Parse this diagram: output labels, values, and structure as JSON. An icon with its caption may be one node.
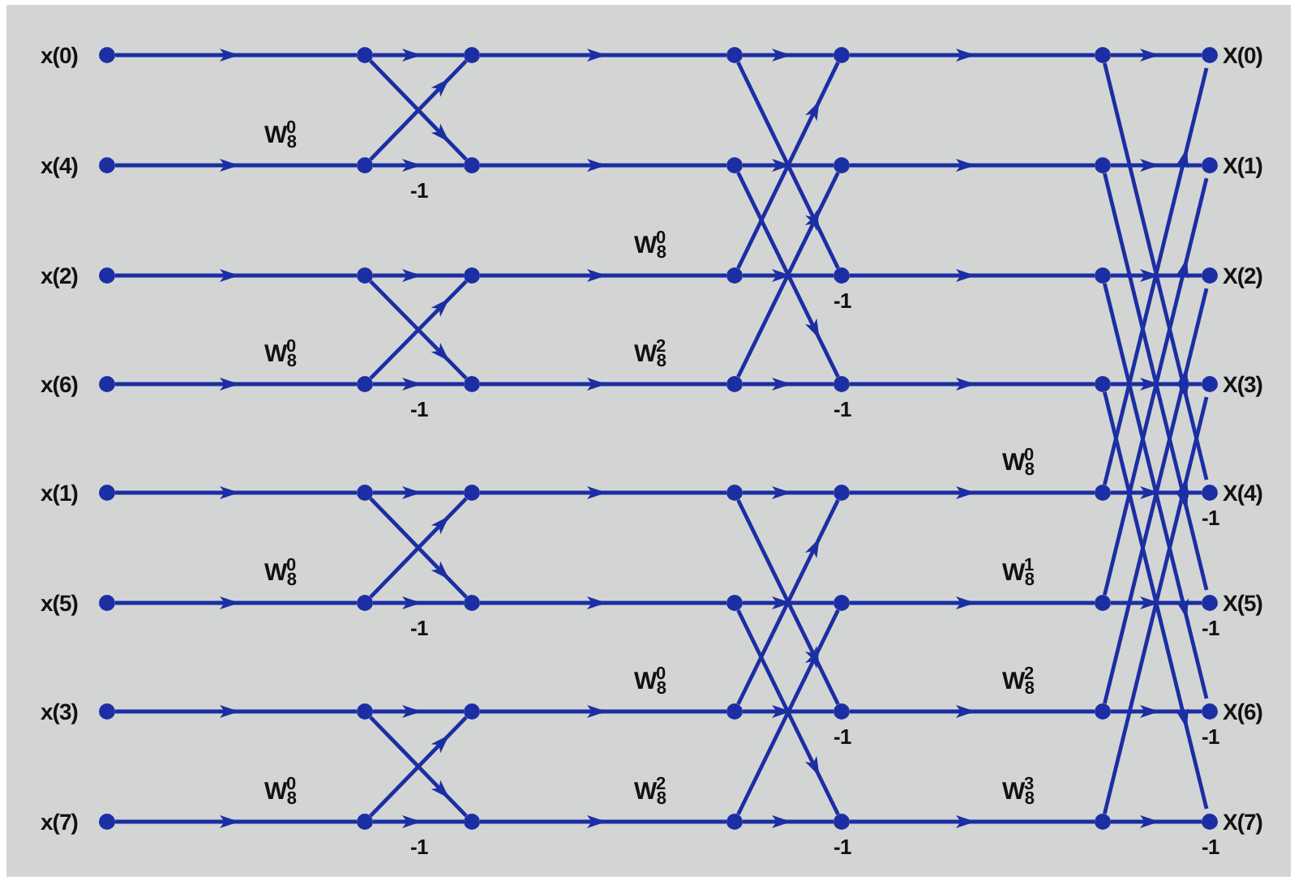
{
  "diagram": {
    "nodes": [
      {
        "text": [
          "x(0)"
        ]
      },
      {
        "text": [
          "x(4)"
        ]
      },
      {
        "text": [
          "x(2)"
        ]
      },
      {
        "text": [
          "x(6)"
        ]
      },
      {
        "text": [
          "x(1)"
        ]
      },
      {
        "text": [
          "x(5)"
        ]
      },
      {
        "text": [
          "x(3)"
        ]
      },
      {
        "text": [
          "x(7)"
        ]
      },
      {
        "text": [],
        "shape": "circle"
      },
      {
        "text": [],
        "shape": "circle"
      },
      {
        "text": [],
        "shape": "circle"
      },
      {
        "text": [],
        "shape": "circle"
      },
      {
        "text": [],
        "shape": "circle"
      },
      {
        "text": [],
        "shape": "circle"
      },
      {
        "text": [],
        "shape": "circle"
      },
      {
        "text": [],
        "shape": "circle"
      },
      {
        "text": [],
        "shape": "circle"
      },
      {
        "text": [],
        "shape": "circle"
      },
      {
        "text": [],
        "shape": "circle"
      },
      {
        "text": [],
        "shape": "circle"
      },
      {
        "text": [],
        "shape": "circle"
      },
      {
        "text": [],
        "shape": "circle"
      },
      {
        "text": [],
        "shape": "circle"
      },
      {
        "text": [],
        "shape": "circle"
      },
      {
        "text": [],
        "shape": "circle"
      },
      {
        "text": [],
        "shape": "circle"
      },
      {
        "text": [],
        "shape": "circle"
      },
      {
        "text": [],
        "shape": "circle"
      },
      {
        "text": [],
        "shape": "circle"
      },
      {
        "text": [],
        "shape": "circle"
      },
      {
        "text": [],
        "shape": "circle"
      },
      {
        "text": [],
        "shape": "circle"
      },
      {
        "text": [],
        "shape": "circle"
      },
      {
        "text": [],
        "shape": "circle"
      },
      {
        "text": [],
        "shape": "circle"
      },
      {
        "text": [],
        "shape": "circle"
      },
      {
        "text": [],
        "shape": "circle"
      },
      {
        "text": [],
        "shape": "circle"
      },
      {
        "text": [],
        "shape": "circle"
      },
      {
        "text": [],
        "shape": "circle"
      },
      {
        "text": [],
        "shape": "circle"
      },
      {
        "text": [],
        "shape": "circle"
      },
      {
        "text": [],
        "shape": "circle"
      },
      {
        "text": [],
        "shape": "circle"
      },
      {
        "text": [],
        "shape": "circle"
      },
      {
        "text": [],
        "shape": "circle"
      },
      {
        "text": [],
        "shape": "circle"
      },
      {
        "text": [],
        "shape": "circle"
      },
      {
        "text": [
          "X(0)"
        ]
      },
      {
        "text": [
          "X(1)"
        ]
      },
      {
        "text": [
          "X(2)"
        ]
      },
      {
        "text": [
          "X(3)"
        ]
      },
      {
        "text": [
          "X(4)"
        ]
      },
      {
        "text": [
          "X(5)"
        ]
      },
      {
        "text": [
          "X(6)"
        ]
      },
      {
        "text": [
          "X(7)"
        ]
      }
    ],
    "edges": [
      {
        "from": 0,
        "to": 8,
        "arrow": "to"
      },
      {
        "from": 1,
        "to": 9,
        "arrow": "to",
        "label": "W$_{8}$$^{0}$"
      },
      {
        "from": 2,
        "to": 10,
        "arrow": "to"
      },
      {
        "from": 3,
        "to": 11,
        "arrow": "to",
        "label": "W$_{8}$$^{0}$"
      },
      {
        "from": 4,
        "to": 12,
        "arrow": "to"
      },
      {
        "from": 5,
        "to": 13,
        "arrow": "to",
        "label": "W$_{8}$$^{0}$"
      },
      {
        "from": 6,
        "to": 14,
        "arrow": "to"
      },
      {
        "from": 7,
        "to": 15,
        "arrow": "to",
        "label": "W$_{8}$$^{0}$"
      },
      {
        "from": 8,
        "to": 16,
        "arrow": "to"
      },
      {
        "from": 8,
        "to": 17,
        "arrow": "to"
      },
      {
        "from": 9,
        "to": 16,
        "arrow": "to"
      },
      {
        "from": 9,
        "to": 17,
        "arrow": "to",
        "label": "-1"
      },
      {
        "from": 10,
        "to": 18,
        "arrow": "to"
      },
      {
        "from": 10,
        "to": 19,
        "arrow": "to"
      },
      {
        "from": 11,
        "to": 18,
        "arrow": "to"
      },
      {
        "from": 11,
        "to": 19,
        "arrow": "to",
        "label": "-1"
      },
      {
        "from": 12,
        "to": 20,
        "arrow": "to"
      },
      {
        "from": 12,
        "to": 21,
        "arrow": "to"
      },
      {
        "from": 13,
        "to": 20,
        "arrow": "to"
      },
      {
        "from": 13,
        "to": 21,
        "arrow": "to",
        "label": "-1"
      },
      {
        "from": 14,
        "to": 22,
        "arrow": "to"
      },
      {
        "from": 14,
        "to": 23,
        "arrow": "to"
      },
      {
        "from": 15,
        "to": 22,
        "arrow": "to"
      },
      {
        "from": 15,
        "to": 23,
        "arrow": "to",
        "label": "-1"
      },
      {
        "from": 16,
        "to": 24,
        "arrow": "to"
      },
      {
        "from": 17,
        "to": 25,
        "arrow": "to"
      },
      {
        "from": 18,
        "to": 26,
        "arrow": "to",
        "label": "W$_{8}$$^{0}$"
      },
      {
        "from": 19,
        "to": 27,
        "arrow": "to",
        "label": "W$_{8}$$^{2}$"
      },
      {
        "from": 20,
        "to": 28,
        "arrow": "to"
      },
      {
        "from": 21,
        "to": 29,
        "arrow": "to"
      },
      {
        "from": 22,
        "to": 30,
        "arrow": "to",
        "label": "W$_{8}$$^{0}$"
      },
      {
        "from": 23,
        "to": 31,
        "arrow": "to",
        "label": "W$_{8}$$^{2}$"
      },
      {
        "from": 24,
        "to": 32,
        "arrow": "to"
      },
      {
        "from": 24,
        "to": 34,
        "arrow": "to"
      },
      {
        "from": 25,
        "to": 33,
        "arrow": "to"
      },
      {
        "from": 25,
        "to": 35,
        "arrow": "to"
      },
      {
        "from": 26,
        "to": 32,
        "arrow": "to"
      },
      {
        "from": 26,
        "to": 34,
        "arrow": "to",
        "label": "-1"
      },
      {
        "from": 27,
        "to": 33,
        "arrow": "to"
      },
      {
        "from": 27,
        "to": 35,
        "arrow": "to",
        "label": "-1"
      },
      {
        "from": 28,
        "to": 36,
        "arrow": "to"
      },
      {
        "from": 28,
        "to": 38,
        "arrow": "to"
      },
      {
        "from": 29,
        "to": 37,
        "arrow": "to"
      },
      {
        "from": 29,
        "to": 39,
        "arrow": "to"
      },
      {
        "from": 30,
        "to": 36,
        "arrow": "to"
      },
      {
        "from": 30,
        "to": 38,
        "arrow": "to",
        "label": "-1"
      },
      {
        "from": 31,
        "to": 37,
        "arrow": "to"
      },
      {
        "from": 31,
        "to": 39,
        "arrow": "to",
        "label": "-1"
      },
      {
        "from": 32,
        "to": 40,
        "arrow": "to"
      },
      {
        "from": 33,
        "to": 41,
        "arrow": "to"
      },
      {
        "from": 34,
        "to": 42,
        "arrow": "to"
      },
      {
        "from": 35,
        "to": 43,
        "arrow": "to"
      },
      {
        "from": 36,
        "to": 44,
        "arrow": "to",
        "label": "W$_{8}$$^{0}$"
      },
      {
        "from": 37,
        "to": 45,
        "arrow": "to",
        "label": "W$_{8}$$^{1}$"
      },
      {
        "from": 38,
        "to": 46,
        "arrow": "to",
        "label": "W$_{8}$$^{2}$"
      },
      {
        "from": 39,
        "to": 47,
        "arrow": "to",
        "label": "W$_{8}$$^{3}$"
      },
      {
        "from": 40,
        "to": 48,
        "arrow": "to"
      },
      {
        "from": 40,
        "to": 52,
        "arrow": "to"
      },
      {
        "from": 41,
        "to": 49,
        "arrow": "to"
      },
      {
        "from": 41,
        "to": 53,
        "arrow": "to"
      },
      {
        "from": 42,
        "to": 50,
        "arrow": "to"
      },
      {
        "from": 42,
        "to": 54,
        "arrow": "to"
      },
      {
        "from": 43,
        "to": 51,
        "arrow": "to"
      },
      {
        "from": 43,
        "to": 55,
        "arrow": "to"
      },
      {
        "from": 44,
        "to": 48,
        "arrow": "to"
      },
      {
        "from": 44,
        "to": 52,
        "arrow": "to",
        "label": "-1"
      },
      {
        "from": 45,
        "to": 49,
        "arrow": "to"
      },
      {
        "from": 45,
        "to": 53,
        "arrow": "to",
        "label": "-1"
      },
      {
        "from": 46,
        "to": 50,
        "arrow": "to"
      },
      {
        "from": 46,
        "to": 54,
        "arrow": "to",
        "label": "-1"
      },
      {
        "from": 47,
        "to": 51,
        "arrow": "to"
      },
      {
        "from": 47,
        "to": 55,
        "arrow": "to",
        "label": "-1"
      }
    ]
  }
}
